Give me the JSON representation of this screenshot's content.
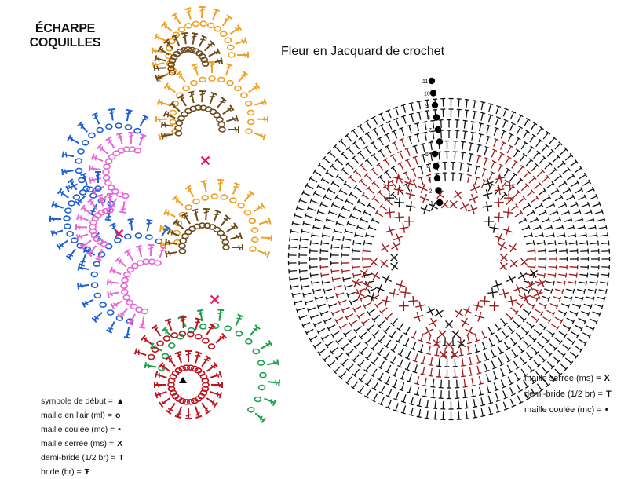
{
  "left_diagram": {
    "title_line1": "ÉCHARPE",
    "title_line2": "COQUILLES",
    "legend": [
      {
        "label": "symbole de début =",
        "symbol": "▲"
      },
      {
        "label": "maille en l'air (ml) =",
        "symbol": "o"
      },
      {
        "label": "maille coulée (mc) =",
        "symbol": "•"
      },
      {
        "label": "maille serrée (ms) =",
        "symbol": "X"
      },
      {
        "label": "demi-bride (1/2 br) =",
        "symbol": "T"
      },
      {
        "label": "bride (br) =",
        "symbol": "Ŧ"
      }
    ],
    "colors": {
      "orange": "#f0a020",
      "brown": "#6b4a1e",
      "blue": "#1e5fd8",
      "pink": "#e766d8",
      "green": "#1aa048",
      "red": "#c0141e",
      "marker": "#e0205a"
    }
  },
  "right_diagram": {
    "title": "Fleur en Jacquard de crochet",
    "round_numbers": [
      "1",
      "2",
      "3",
      "4",
      "5",
      "6",
      "7",
      "8",
      "9",
      "10",
      "11"
    ],
    "legend": [
      {
        "label": "maille serrée (ms) =",
        "symbol": "X"
      },
      {
        "label": "demi-bride (1/2 br) =",
        "symbol": "T"
      },
      {
        "label": "maille coulée (mc) =",
        "symbol": "•"
      }
    ],
    "colors": {
      "black": "#111111",
      "red": "#a01818"
    }
  }
}
